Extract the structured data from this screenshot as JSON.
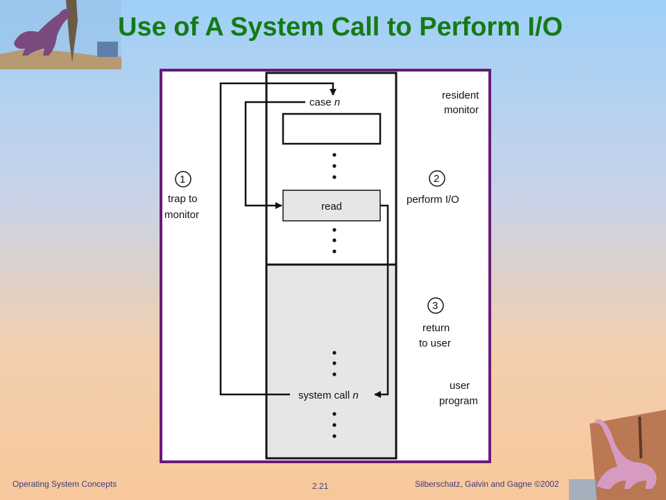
{
  "slide": {
    "title": "Use of A System Call to Perform I/O",
    "footer_left": "Operating System Concepts",
    "footer_center": "2.21",
    "footer_right": "Silberschatz, Galvin and Gagne ©2002"
  },
  "diagram": {
    "case_prefix": "case ",
    "case_var": "n",
    "read_label": "read",
    "syscall_prefix": "system call ",
    "syscall_var": "n",
    "resident_line1": "resident",
    "resident_line2": "monitor",
    "user_line1": "user",
    "user_line2": "program",
    "step1_num": "1",
    "step1_line1": "trap to",
    "step1_line2": "monitor",
    "step2_num": "2",
    "step2_line1": "perform I/O",
    "step3_num": "3",
    "step3_line1": "return",
    "step3_line2": "to user"
  },
  "decor": {
    "top_left_image": "dinosaur-icon",
    "bottom_right_image": "dinosaur-icon"
  }
}
